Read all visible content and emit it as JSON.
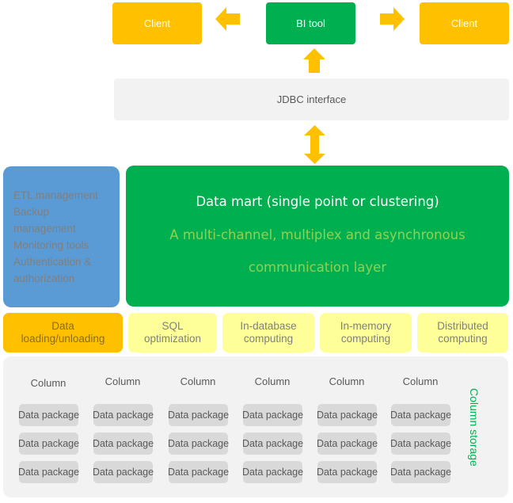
{
  "top": {
    "client_left": "Client",
    "bi_tool": "BI tool",
    "client_right": "Client"
  },
  "jdbc": {
    "label": "JDBC interface"
  },
  "management": {
    "lines": [
      "ETL management",
      "Backup",
      "management",
      "Monitoring tools",
      "Authentication &",
      "authorization"
    ]
  },
  "data_mart": {
    "title": "Data mart (single point or clustering)",
    "subtitle_line1": "A multi-channel, multiplex and asynchronous",
    "subtitle_line2": "communication layer"
  },
  "features": [
    {
      "line1": "Data",
      "line2": "loading/unloading"
    },
    {
      "line1": "SQL",
      "line2": "optimization"
    },
    {
      "line1": "In-database",
      "line2": "computing"
    },
    {
      "line1": "In-memory",
      "line2": "computing"
    },
    {
      "line1": "Distributed",
      "line2": "computing"
    }
  ],
  "storage": {
    "label": "Column storage",
    "columns": [
      {
        "header": "Column",
        "packages": [
          "Data package",
          "Data package",
          "Data package"
        ]
      },
      {
        "header": "Column",
        "packages": [
          "Data package",
          "Data package",
          "Data package"
        ]
      },
      {
        "header": "Column",
        "packages": [
          "Data package",
          "Data package",
          "Data package"
        ]
      },
      {
        "header": "Column",
        "packages": [
          "Data package",
          "Data package",
          "Data package"
        ]
      },
      {
        "header": "Column",
        "packages": [
          "Data package",
          "Data package",
          "Data package"
        ]
      },
      {
        "header": "Column",
        "packages": [
          "Data package",
          "Data package",
          "Data package"
        ]
      }
    ]
  },
  "colors": {
    "client": "#ffc000",
    "bi_tool": "#00b050",
    "arrow": "#ffc000",
    "management": "#5b9bd5",
    "data_mart": "#00b050",
    "subtitle": "#92d050",
    "feature_highlight": "#ffc000",
    "feature": "#ffff99",
    "storage_bg": "#f2f2f2",
    "package": "#d9d9d9",
    "storage_label": "#00b050"
  }
}
